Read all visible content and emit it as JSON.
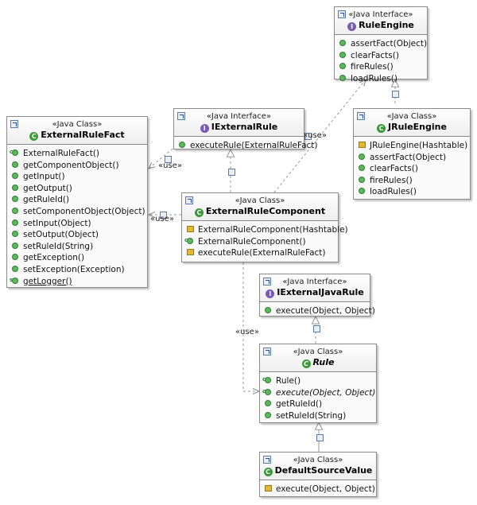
{
  "colors": {
    "class_badge": "#3a9a3a",
    "interface_badge": "#7a5cb4",
    "method_dot": "#5cb85c",
    "line": "#9a9a9a"
  },
  "classes": {
    "rule_engine": {
      "stereotype": "«Java Interface»",
      "name": "RuleEngine",
      "badge": "I",
      "ops": [
        "assertFact(Object)",
        "clearFacts()",
        "fireRules()",
        "loadRules()"
      ]
    },
    "jrule_engine": {
      "stereotype": "«Java Class»",
      "name": "JRuleEngine",
      "badge": "C",
      "ops": [
        "JRuleEngine(Hashtable)",
        "assertFact(Object)",
        "clearFacts()",
        "fireRules()",
        "loadRules()"
      ]
    },
    "iexternal_rule": {
      "stereotype": "«Java Interface»",
      "name": "IExternalRule",
      "badge": "I",
      "ops": [
        "executeRule(ExternalRuleFact)"
      ]
    },
    "external_rule_fact": {
      "stereotype": "«Java Class»",
      "name": "ExternalRuleFact",
      "badge": "C",
      "ops": [
        "ExternalRuleFact()",
        "getComponentObject()",
        "getInput()",
        "getOutput()",
        "getRuleId()",
        "setComponentObject(Object)",
        "setInput(Object)",
        "setOutput(Object)",
        "setRuleId(String)",
        "getException()",
        "setException(Exception)",
        "getLogger()"
      ]
    },
    "external_rule_component": {
      "stereotype": "«Java Class»",
      "name": "ExternalRuleComponent",
      "badge": "C",
      "ops": [
        "ExternalRuleComponent(Hashtable)",
        "ExternalRuleComponent()",
        "executeRule(ExternalRuleFact)"
      ]
    },
    "iexternal_java_rule": {
      "stereotype": "«Java Interface»",
      "name": "IExternalJavaRule",
      "badge": "I",
      "ops": [
        "execute(Object, Object)"
      ]
    },
    "rule": {
      "stereotype": "«Java Class»",
      "name": "Rule",
      "badge": "C",
      "ops": [
        "Rule()",
        "execute(Object, Object)",
        "getRuleId()",
        "setRuleId(String)"
      ]
    },
    "default_source_value": {
      "stereotype": "«Java Class»",
      "name": "DefaultSourceValue",
      "badge": "C",
      "ops": [
        "execute(Object, Object)"
      ]
    }
  },
  "labels": {
    "use1": "«use»",
    "use2": "«use»",
    "use3": "«use»",
    "use4": "«use»"
  }
}
